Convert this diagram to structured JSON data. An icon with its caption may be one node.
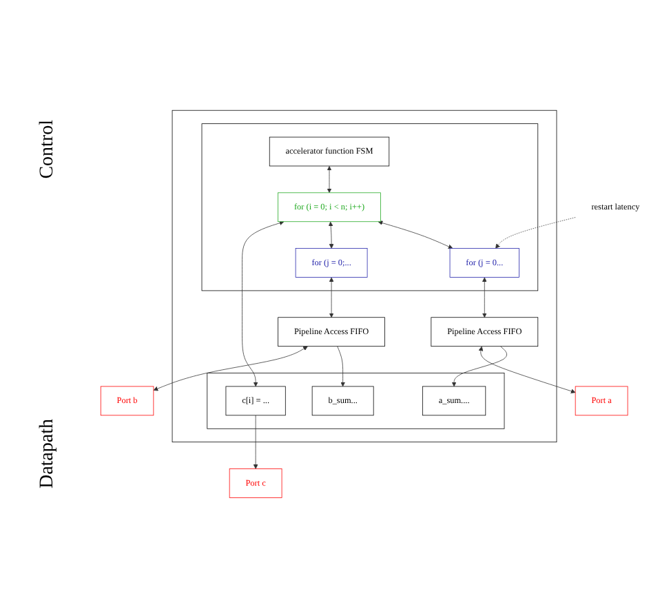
{
  "diagram": {
    "nodes": [
      {
        "text": [],
        "shape": "box"
      },
      {
        "text": [],
        "shape": "box",
        "in": 0
      },
      {
        "text": [
          "accelerator function FSM"
        ],
        "in": 1
      },
      {
        "text": [
          "for (i = 0; i < n; i++)"
        ],
        "in": 1
      },
      {
        "text": [
          "for (j = 0..."
        ],
        "in": 1
      },
      {
        "text": [
          "for (j = 0;..."
        ],
        "in": 1
      },
      {
        "text": [],
        "shape": "box",
        "in": 0
      },
      {
        "text": [
          "a_sum...."
        ],
        "in": 6
      },
      {
        "text": [
          "b_sum..."
        ],
        "in": 6
      },
      {
        "text": [
          "c[i] = ..."
        ],
        "in": 6
      },
      {
        "text": [
          "Pipeline Access FIFO"
        ],
        "in": 0
      },
      {
        "text": [
          "Pipeline Access FIFO"
        ],
        "in": 0
      },
      {
        "text": [
          "Port a"
        ]
      },
      {
        "text": [
          "Port b"
        ]
      },
      {
        "text": [
          "Port c"
        ]
      },
      {
        "text": [
          "restart latency"
        ]
      }
    ],
    "edges": [
      {
        "from": 2,
        "to": 3,
        "arrow": "both"
      },
      {
        "from": 3,
        "to": 4,
        "arrow": "both"
      },
      {
        "from": 3,
        "to": 5,
        "arrow": "both"
      },
      {
        "from": 3,
        "to": 9,
        "arrow": "both"
      },
      {
        "from": 15,
        "to": 4,
        "arrow": "to",
        "style": "dashed"
      },
      {
        "from": 4,
        "to": 10,
        "arrow": "both"
      },
      {
        "from": 5,
        "to": 11,
        "arrow": "both"
      },
      {
        "from": 10,
        "to": 7,
        "arrow": "to"
      },
      {
        "from": 11,
        "to": 8,
        "arrow": "to"
      },
      {
        "from": 9,
        "to": 14,
        "arrow": "to"
      },
      {
        "from": 10,
        "to": 12,
        "arrow": "both"
      },
      {
        "from": 11,
        "to": 13,
        "arrow": "both"
      }
    ],
    "labels": [
      "Control",
      "Datapath"
    ]
  }
}
